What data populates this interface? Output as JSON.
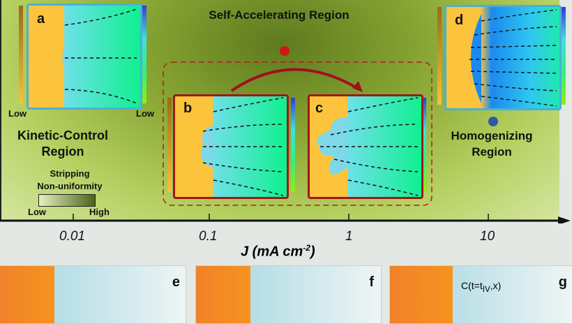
{
  "regions": {
    "self_accelerating": "Self-Accelerating Region",
    "kinetic_control": [
      "Kinetic-Control",
      "Region"
    ],
    "homogenizing": "Homogenizing Region"
  },
  "panels": {
    "a": "a",
    "b": "b",
    "c": "c",
    "d": "d",
    "e": "e",
    "f": "f",
    "g": "g"
  },
  "colorbar_labels": {
    "left": "Low",
    "right": "Low"
  },
  "legend": {
    "title": [
      "Stripping",
      "Non-uniformity"
    ],
    "low": "Low",
    "high": "High"
  },
  "axis": {
    "ticks": [
      "0.01",
      "0.1",
      "1",
      "10"
    ],
    "label": "J (mA cm",
    "label_sup": "-2",
    "label_end": ")"
  },
  "panel_g_formula": "C(t=t",
  "panel_g_sub": "IV",
  "panel_g_end": ",x)",
  "colors": {
    "red_dot": "#d01818",
    "blue_dot": "#2a5aa0",
    "dashed_box": "#b02020"
  }
}
